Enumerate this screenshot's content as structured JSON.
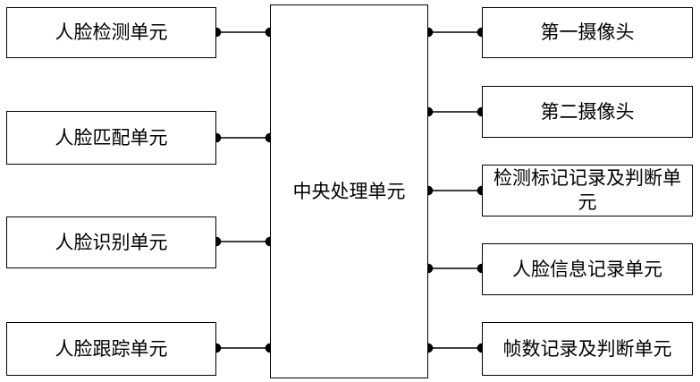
{
  "center": {
    "label": "中央处理单元"
  },
  "left_units": [
    {
      "label": "人脸检测单元"
    },
    {
      "label": "人脸匹配单元"
    },
    {
      "label": "人脸识别单元"
    },
    {
      "label": "人脸跟踪单元"
    }
  ],
  "right_units": [
    {
      "label": "第一摄像头"
    },
    {
      "label": "第二摄像头"
    },
    {
      "label": "检测标记记录及判断单元"
    },
    {
      "label": "人脸信息记录单元"
    },
    {
      "label": "帧数记录及判断单元"
    }
  ]
}
